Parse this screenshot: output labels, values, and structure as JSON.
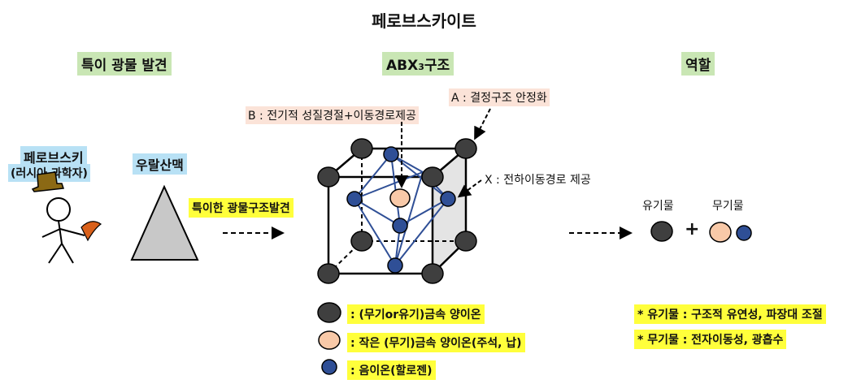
{
  "title": "페로브스카이트",
  "sections": {
    "left": "특이 광물 발견",
    "middle_prefix": "ABX",
    "middle_sub": "3",
    "middle_suffix": "구조",
    "right": "역할"
  },
  "left_panel": {
    "person_name": "페로브스키",
    "person_desc": "(러시아 과학자)",
    "mountain_name": "우랄산맥",
    "arrow_label": "특이한 광물구조발견"
  },
  "structure_labels": {
    "b_site": "B : 전기적 성질경절+이동경로제공",
    "a_site": "A : 결정구조 안정화",
    "x_site": "X : 전하이동경로 제공"
  },
  "legend": [
    {
      "text": ": (무기or유기)금속 양이온",
      "color": "#3f3f3f"
    },
    {
      "text": ": 작은 (무기)금속 양이온(주석, 납)",
      "color": "#f8c9a8"
    },
    {
      "text": ": 음이온(할로젠)",
      "color": "#2f4f96"
    }
  ],
  "right_panel": {
    "organic_label": "유기물",
    "inorganic_label": "무기물",
    "plus": "+",
    "note_organic": "* 유기물 : 구조적 유연성, 파장대 조절",
    "note_inorganic": "* 무기물 : 전자이동성, 광흡수"
  },
  "colors": {
    "dark_atom": "#3f3f3f",
    "small_cation": "#f8c9a8",
    "anion": "#2f4f96",
    "bond": "#2f4f96",
    "hat": "#8b6914",
    "tool": "#d9601a",
    "mountain": "#c8c8c8"
  }
}
